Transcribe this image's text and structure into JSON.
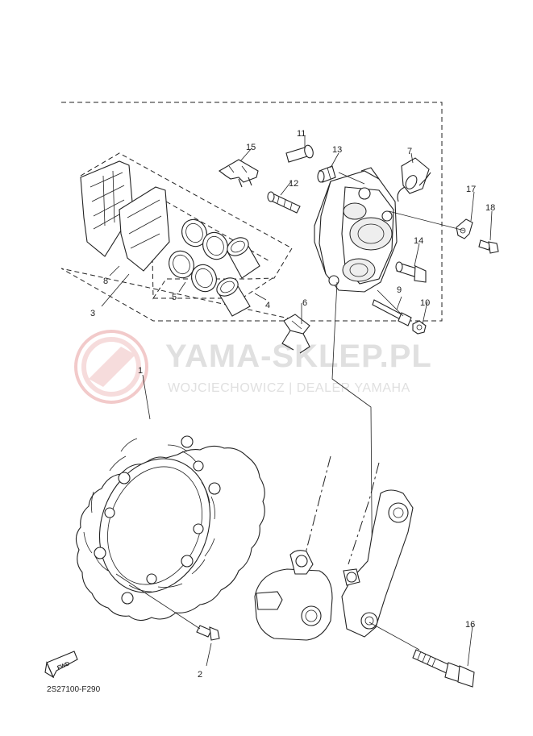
{
  "diagram": {
    "code": "2S27100-F290",
    "fwd_label": "FWD",
    "callouts": {
      "p1": "1",
      "p2": "2",
      "p3": "3",
      "p4": "4",
      "p5": "5",
      "p6": "6",
      "p7": "7",
      "p8": "8",
      "p9": "9",
      "p10": "10",
      "p11": "11",
      "p12": "12",
      "p13": "13",
      "p14": "14",
      "p15": "15",
      "p16": "16",
      "p17": "17",
      "p18": "18"
    }
  },
  "watermark": {
    "main": "YAMA-SKLEP.PL",
    "sub": "WOJCIECHOWICZ | DEALER YAMAHA",
    "color": "#e8a0a0"
  }
}
